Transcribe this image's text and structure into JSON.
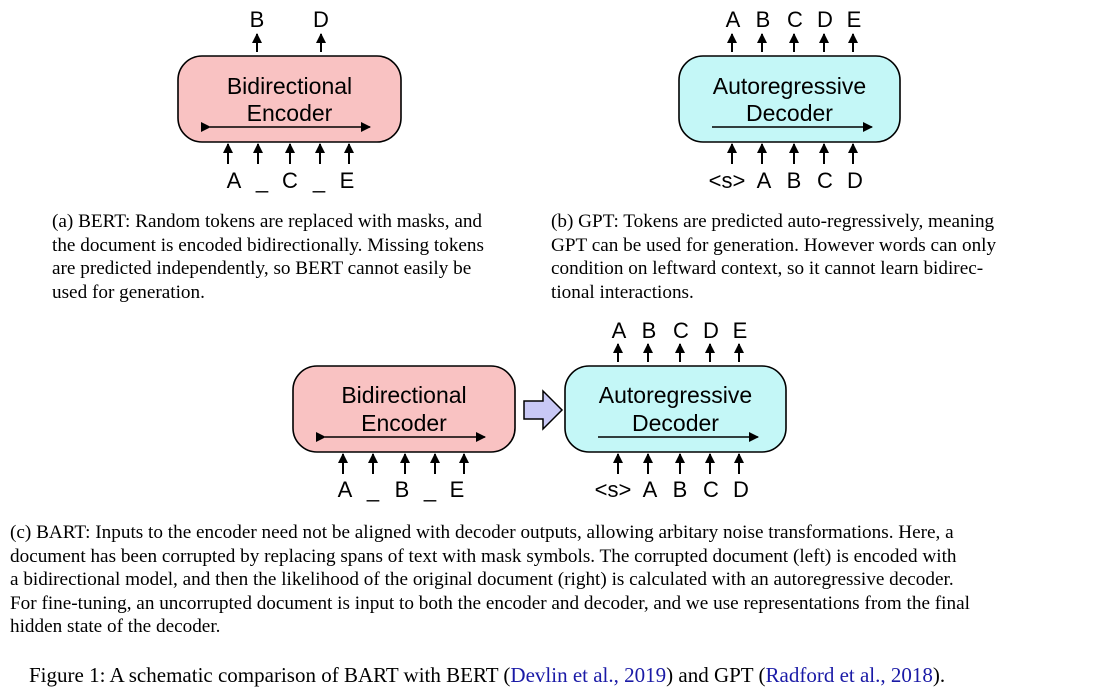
{
  "bert": {
    "label_line1": "Bidirectional",
    "label_line2": "Encoder",
    "outputs": [
      "B",
      "D"
    ],
    "inputs": [
      "A",
      "_",
      "C",
      "_",
      "E"
    ],
    "fill": "#f9c2c2"
  },
  "gpt": {
    "label_line1": "Autoregressive",
    "label_line2": "Decoder",
    "outputs": [
      "A",
      "B",
      "C",
      "D",
      "E"
    ],
    "inputs": [
      "<s>",
      "A",
      "B",
      "C",
      "D"
    ],
    "fill": "#c4f7f7"
  },
  "bart": {
    "encoder": {
      "label_line1": "Bidirectional",
      "label_line2": "Encoder",
      "inputs": [
        "A",
        "_",
        "B",
        "_",
        "E"
      ]
    },
    "decoder": {
      "label_line1": "Autoregressive",
      "label_line2": "Decoder",
      "outputs": [
        "A",
        "B",
        "C",
        "D",
        "E"
      ],
      "inputs": [
        "<s>",
        "A",
        "B",
        "C",
        "D"
      ]
    },
    "connector_color": "#c8c8f5"
  },
  "captions": {
    "a": [
      "(a) BERT: Random tokens are replaced with masks, and",
      "the document is encoded bidirectionally. Missing tokens",
      "are predicted independently, so BERT cannot easily be",
      "used for generation."
    ],
    "b": [
      "(b) GPT: Tokens are predicted auto-regressively, meaning",
      "GPT can be used for generation. However words can only",
      "condition on leftward context, so it cannot learn bidirec-",
      "tional interactions."
    ],
    "c": [
      "(c) BART: Inputs to the encoder need not be aligned with decoder outputs, allowing arbitary noise transformations. Here, a",
      "document has been corrupted by replacing spans of text with mask symbols. The corrupted document (left) is encoded with",
      "a bidirectional model, and then the likelihood of the original document (right) is calculated with an autoregressive decoder.",
      "For fine-tuning, an uncorrupted document is input to both the encoder and decoder, and we use representations from the final",
      "hidden state of the decoder."
    ]
  },
  "figure_caption": {
    "prefix": "Figure 1: A schematic comparison of BART with BERT (",
    "cite1": "Devlin et al., 2019",
    "middle": ") and GPT (",
    "cite2": "Radford et al., 2018",
    "suffix": ")."
  }
}
